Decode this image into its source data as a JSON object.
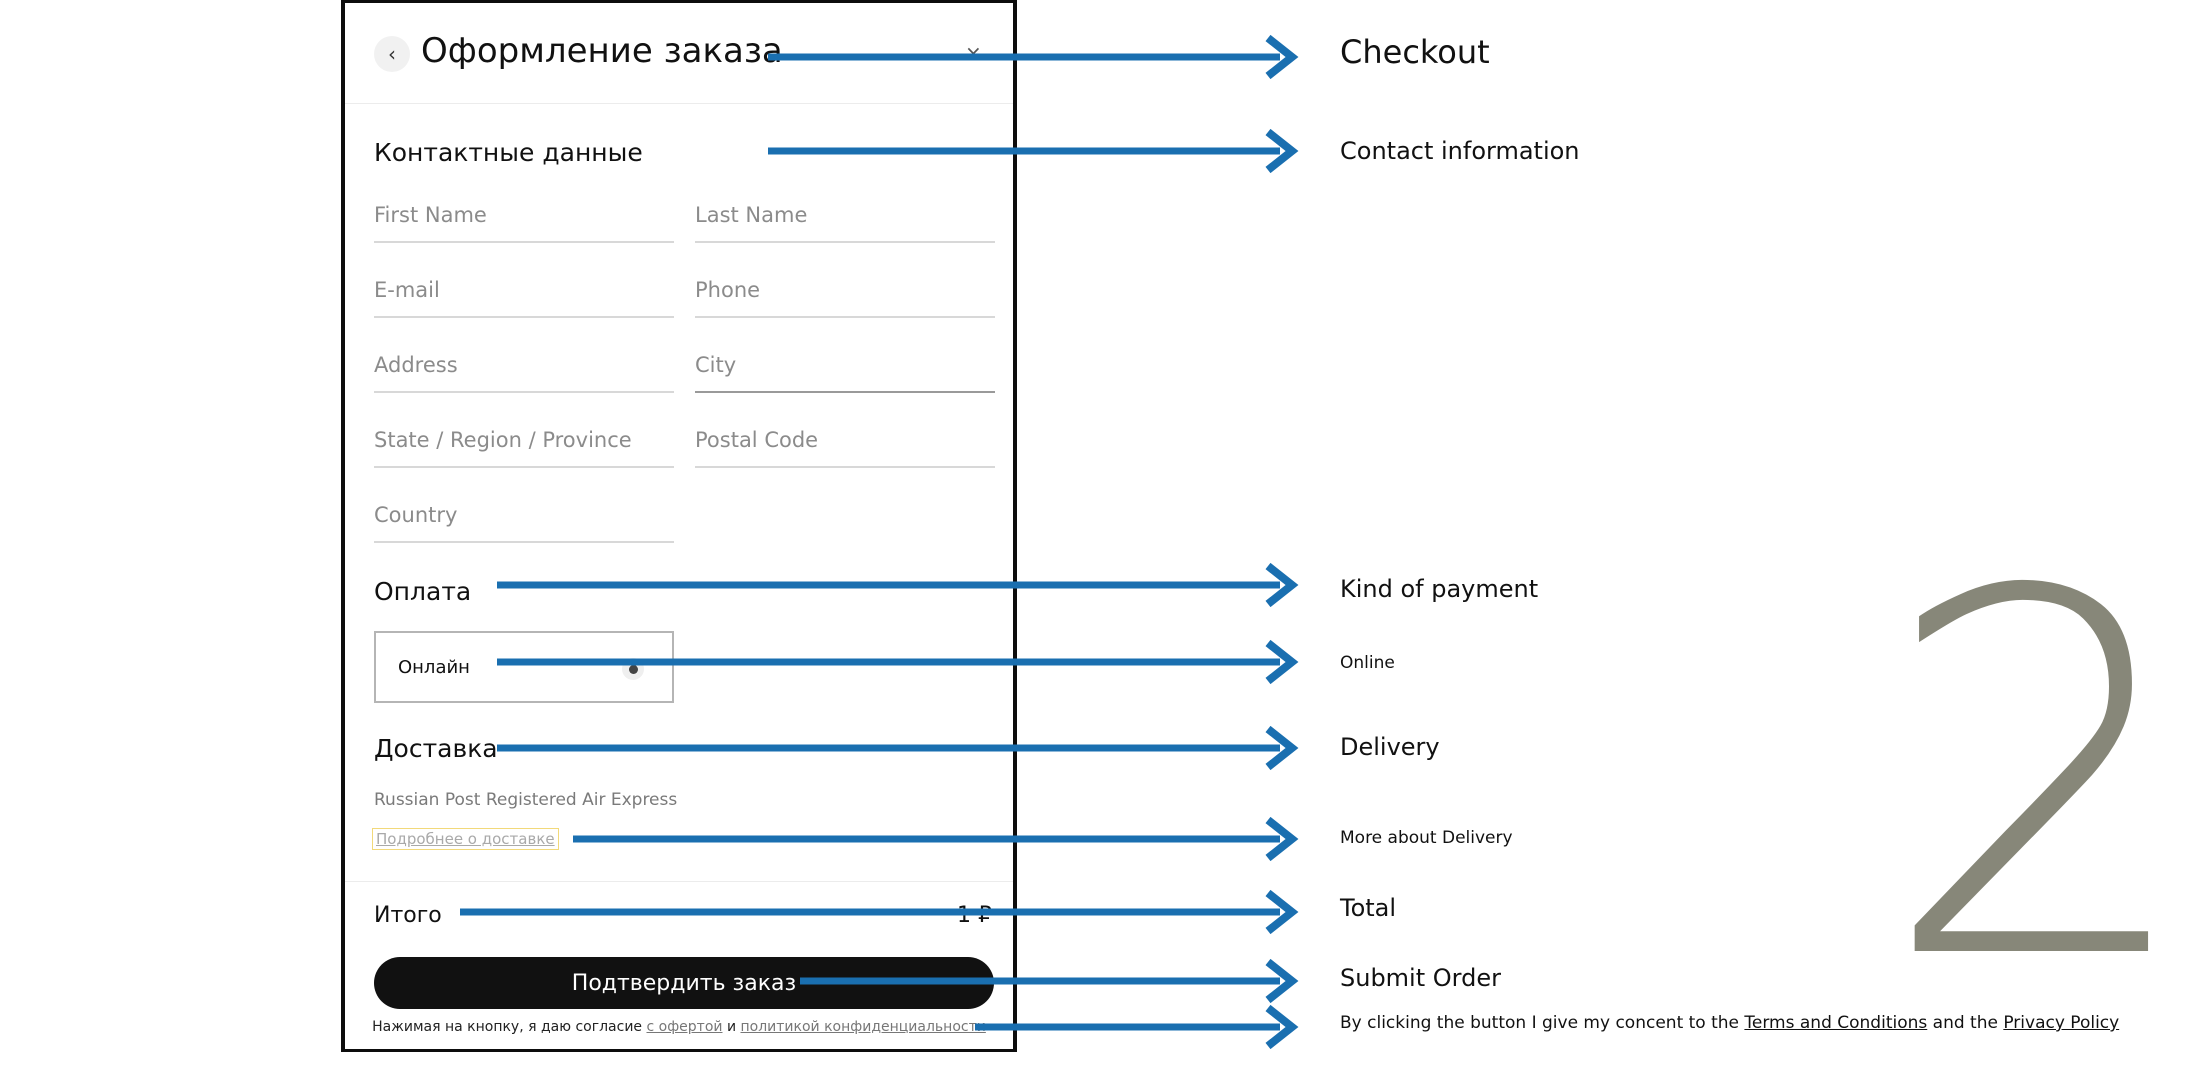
{
  "checkout": {
    "title": "Оформление заказа",
    "back_icon": "chevron-left-icon",
    "close_icon": "close-icon",
    "contact_title": "Контактные данные",
    "fields": {
      "first_name": "First Name",
      "last_name": "Last Name",
      "email": "E-mail",
      "phone": "Phone",
      "address": "Address",
      "city": "City",
      "state": "State / Region / Province",
      "postal": "Postal Code",
      "country": "Country"
    },
    "payment_title": "Оплата",
    "payment_option": "Онлайн",
    "delivery_title": "Доставка",
    "delivery_method": "Russian Post Registered Air Express",
    "delivery_link": "Подробнее о доставке",
    "total_label": "Итого",
    "total_value": "1 ₽",
    "submit_label": "Подтвердить заказ",
    "consent": {
      "prefix": "Нажимая на кнопку, я даю согласие ",
      "link1": "с офертой",
      "middle": " и ",
      "link2": "политикой конфиденциальности"
    }
  },
  "labels": {
    "checkout": "Checkout",
    "contact": "Contact information",
    "payment": "Kind of payment",
    "online": "Online",
    "delivery": "Delivery",
    "more_delivery": "More about Delivery",
    "total": "Total",
    "submit": "Submit Order",
    "consent_prefix": "By clicking the button I give my concent to the ",
    "terms": "Terms and Conditions",
    "consent_middle": " and the ",
    "privacy": "Privacy Policy"
  },
  "step_number": "2",
  "colors": {
    "arrow": "#1a6fb0",
    "step_number": "#878779",
    "button": "#111111"
  }
}
